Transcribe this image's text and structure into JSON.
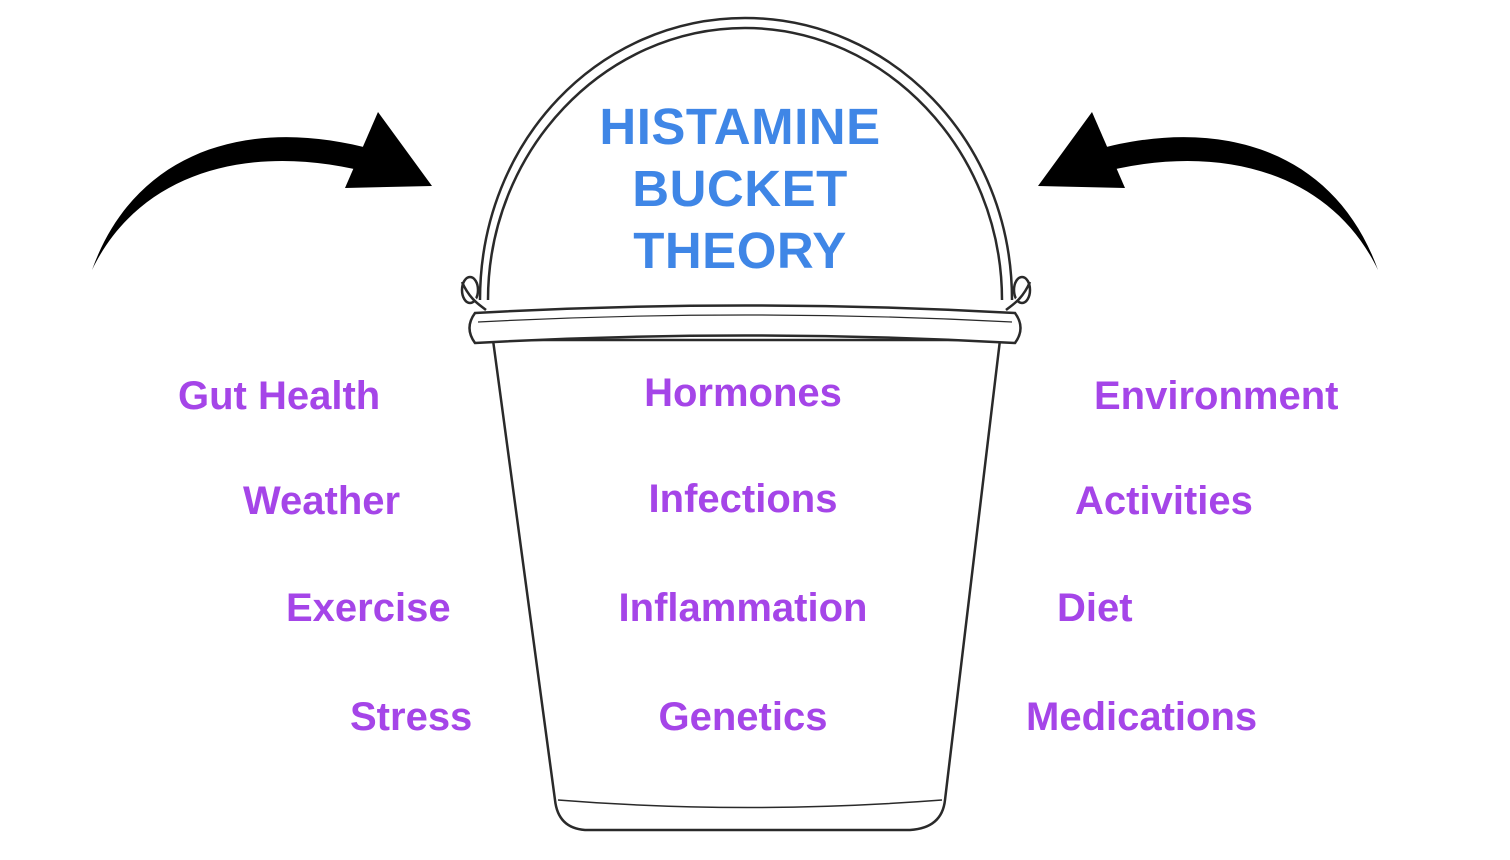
{
  "title": {
    "lines": [
      "HISTAMINE",
      "BUCKET",
      "THEORY"
    ],
    "color": "#3f86e6"
  },
  "factor_color": "#a545e8",
  "left_factors": [
    "Gut Health",
    "Weather",
    "Exercise",
    "Stress"
  ],
  "center_factors": [
    "Hormones",
    "Infections",
    "Inflammation",
    "Genetics"
  ],
  "right_factors": [
    "Environment",
    "Activities",
    "Diet",
    "Medications"
  ],
  "icons": {
    "left_arrow": "curved-arrow-right",
    "right_arrow": "curved-arrow-left",
    "bucket": "bucket-outline"
  }
}
